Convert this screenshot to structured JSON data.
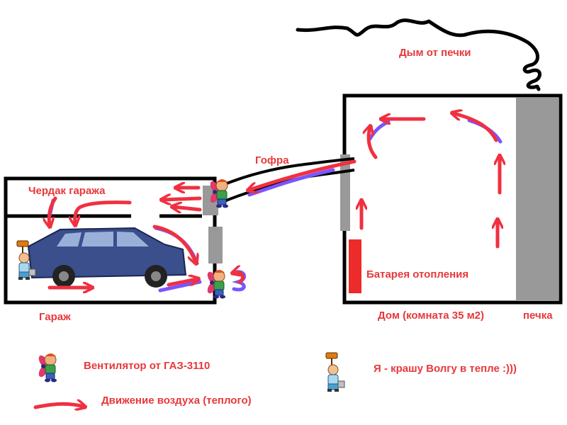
{
  "labels": {
    "smoke": "Дым от печки",
    "corrugated_pipe": "Гофра",
    "garage_attic": "Чердак гаража",
    "garage": "Гараж",
    "radiator": "Батарея отопления",
    "house": "Дом (комната 35 м2)",
    "stove": "печка"
  },
  "legend": {
    "fan": "Вентилятор от ГАЗ-3110",
    "painter": "Я - крашу Волгу в тепле :)))",
    "airflow": "Движение воздуха (теплого)"
  },
  "colors": {
    "arrow_red": "#f03040",
    "arrow_purple": "#7a55ff",
    "label_red": "#e8383b",
    "stove_gray": "#999999",
    "radiator_red": "#ee2b2b",
    "outline_black": "#000000",
    "car_blue": "#3a4f8c"
  },
  "icons": {
    "fan": "fan-icon",
    "painter": "painter-icon",
    "car": "car-icon"
  }
}
